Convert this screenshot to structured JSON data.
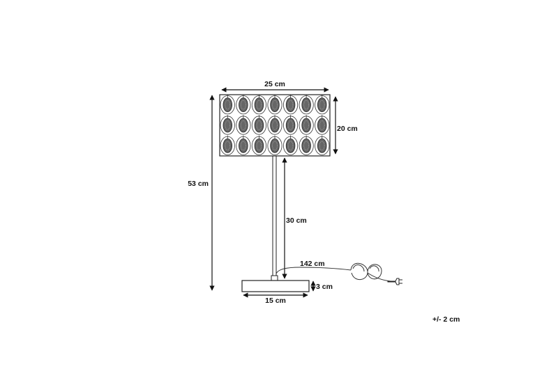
{
  "dimensions": {
    "shade_width": "25 cm",
    "shade_height": "20 cm",
    "total_height": "53 cm",
    "stem_height": "30 cm",
    "cable_length": "142 cm",
    "base_height": "3 cm",
    "base_width": "15 cm"
  },
  "tolerance": "+/- 2 cm",
  "colors": {
    "line": "#222222",
    "text": "#111111",
    "background": "#ffffff"
  },
  "icons": [
    "table-lamp-drawing",
    "power-plug-icon",
    "dimension-arrow"
  ]
}
